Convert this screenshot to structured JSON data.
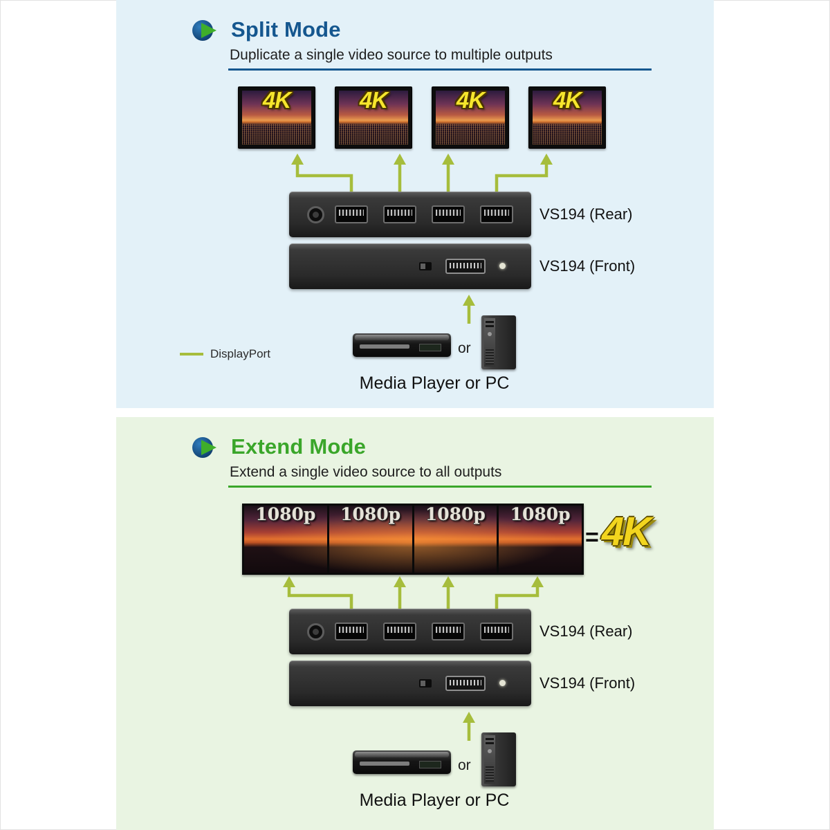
{
  "split": {
    "title": "Split Mode",
    "subtitle": "Duplicate a single video source to multiple outputs",
    "monitor_labels": [
      "4K",
      "4K",
      "4K",
      "4K"
    ],
    "rear_label": "VS194 (Rear)",
    "front_label": "VS194 (Front)",
    "legend_label": "DisplayPort",
    "or_label": "or",
    "caption": "Media Player or PC"
  },
  "extend": {
    "title": "Extend Mode",
    "subtitle": "Extend a single video source to all outputs",
    "monitor_labels": [
      "1080p",
      "1080p",
      "1080p",
      "1080p"
    ],
    "equals_label": "=",
    "result_label": "4K",
    "rear_label": "VS194 (Rear)",
    "front_label": "VS194 (Front)",
    "or_label": "or",
    "caption": "Media Player or PC"
  },
  "colors": {
    "split_background": "#e3f1f8",
    "extend_background": "#e9f4e2",
    "split_accent": "#15578f",
    "extend_accent": "#3aa62a",
    "arrow_green": "#a6bd3c",
    "label_yellow": "#f2d51e",
    "device_dark": "#2a2a2a"
  }
}
